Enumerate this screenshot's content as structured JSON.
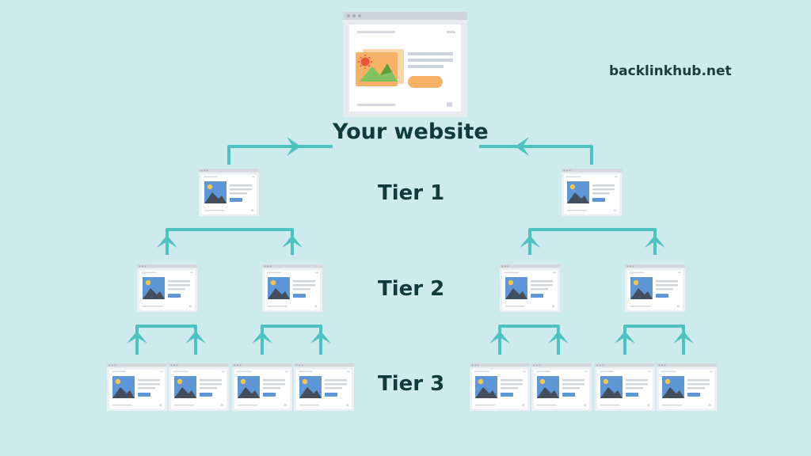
{
  "site_label": "backlinkhub.net",
  "main_node_label": "Your website",
  "tiers": [
    {
      "label": "Tier 1",
      "pages": 2
    },
    {
      "label": "Tier 2",
      "pages": 4
    },
    {
      "label": "Tier 3",
      "pages": 8
    }
  ],
  "colors": {
    "background": "#cdeaed",
    "connector": "#4cc3c0",
    "label_text": "#0f3b3b",
    "image_blue": "#5d97d8",
    "mountain_dark": "#444e5c",
    "sun_yellow": "#f3c64a",
    "button_blue": "#5d97d8",
    "hero_orange": "#f7b267",
    "hero_green": "#7fc45e"
  }
}
